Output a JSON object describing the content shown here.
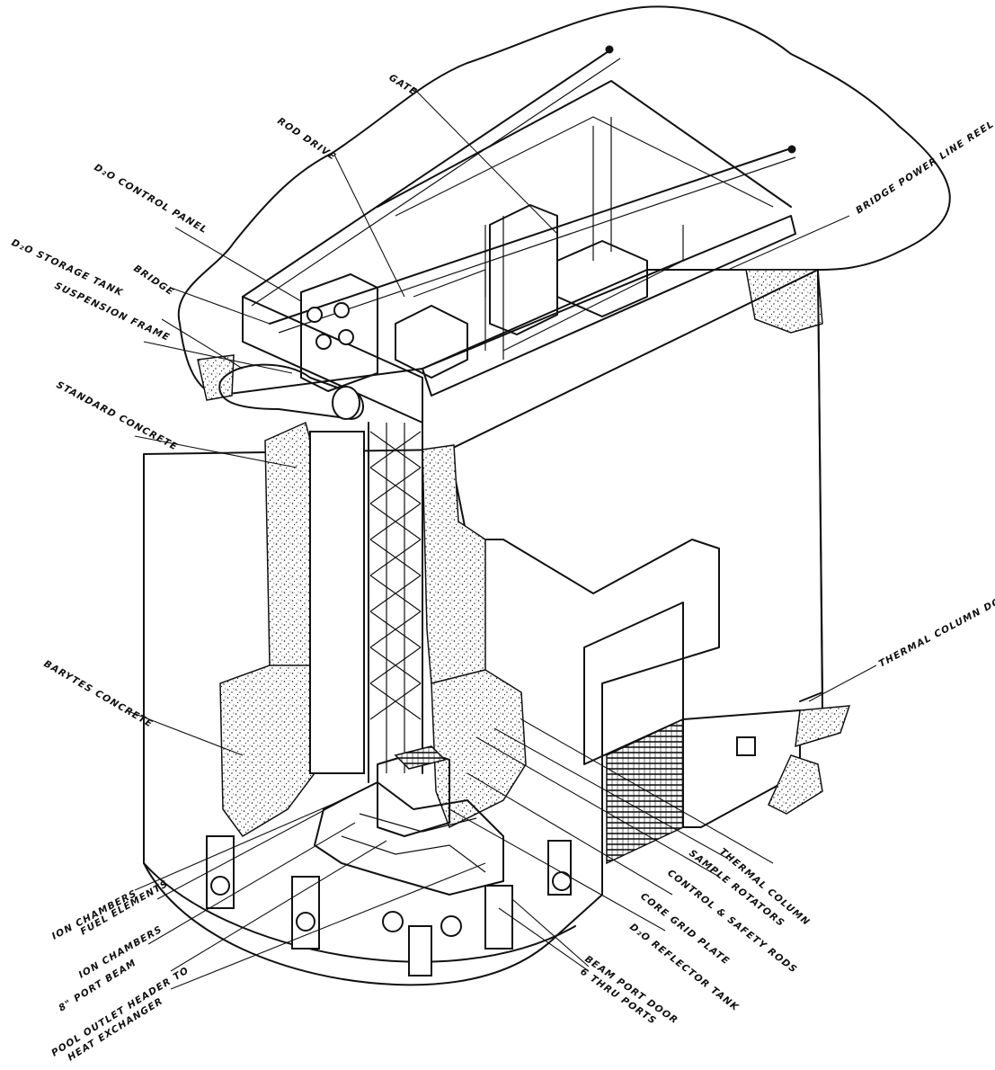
{
  "diagram": {
    "labels": {
      "gate": "GATE",
      "rod_drive": "ROD DRIVE",
      "d2o_control_panel": "D₂O CONTROL PANEL",
      "d2o_storage_tank": "D₂O STORAGE TANK",
      "bridge": "BRIDGE",
      "suspension_frame": "SUSPENSION FRAME",
      "standard_concrete": "STANDARD CONCRETE",
      "barytes_concrete": "BARYTES CONCRETE",
      "bridge_power_line_reel": "BRIDGE POWER LINE REEL",
      "thermal_column_door": "THERMAL COLUMN DOOR",
      "thermal_column": "THERMAL COLUMN",
      "sample_rotators": "SAMPLE ROTATORS",
      "control_safety_rods": "CONTROL & SAFETY RODS",
      "core_grid_plate": "CORE GRID PLATE",
      "d2o_reflector_tank": "D₂O REFLECTOR TANK",
      "beam_port_door": "BEAM PORT DOOR",
      "six_thru_ports": "6 THRU PORTS",
      "ion_chambers_1": "ION CHAMBERS",
      "fuel_elements": "FUEL ELEMENTS",
      "ion_chambers_2": "ION CHAMBERS",
      "port_beam": "8\" PORT BEAM",
      "pool_outlet_header": "POOL OUTLET HEADER TO",
      "heat_exchanger": "HEAT EXCHANGER"
    },
    "colors": {
      "ink": "#111111",
      "paper": "#ffffff"
    }
  }
}
